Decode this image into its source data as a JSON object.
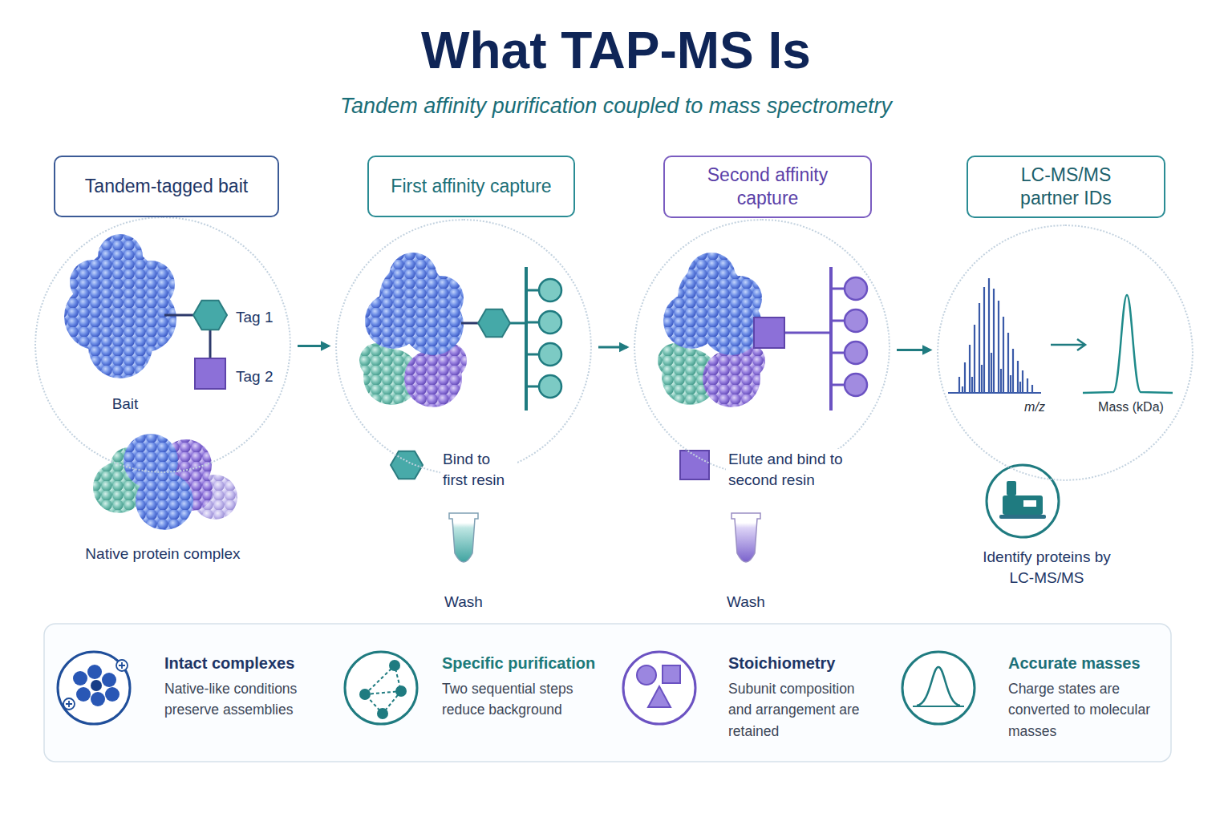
{
  "diagram": {
    "title": "What TAP-MS Is",
    "caption": "Tandem affinity purification coupled to mass spectrometry",
    "nodes": [
      {
        "text": [
          "Tandem-tagged bait",
          "Tag 1",
          "Tag 2",
          "Bait"
        ]
      },
      {
        "text": [
          "First affinity capture",
          "Bind to first resin"
        ]
      },
      {
        "text": [
          "Second affinity capture",
          "Elute and bind to second resin"
        ]
      },
      {
        "text": [
          "LC-MS/MS partner IDs",
          "m/z",
          "Mass (kDa)"
        ]
      },
      {
        "text": [
          "Intact complexes",
          "Native-like conditions preserve assemblies"
        ]
      },
      {
        "text": [
          "Specific purification",
          "Two sequential steps reduce background"
        ]
      },
      {
        "text": [
          "Stoichiometry",
          "Subunit composition and arrangement are retained"
        ]
      },
      {
        "text": [
          "Accurate masses",
          "Charge states are converted to molecular masses"
        ]
      }
    ],
    "edges": [
      {
        "from": 0,
        "to": 1,
        "arrow": "to"
      },
      {
        "from": 1,
        "to": 2,
        "arrow": "to"
      },
      {
        "from": 2,
        "to": 3,
        "arrow": "to"
      }
    ],
    "labels": [
      "Native protein complex",
      "Wash",
      "Wash",
      "Identify proteins by LC-MS/MS"
    ]
  }
}
